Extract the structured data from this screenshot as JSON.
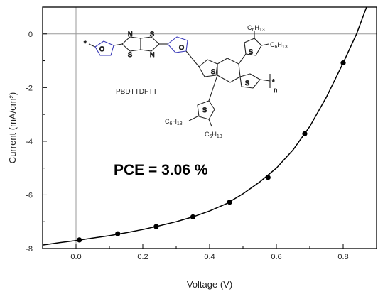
{
  "chart_data": {
    "type": "line",
    "xlabel": "Voltage (V)",
    "ylabel": "Current (mA/cm²)",
    "xlim": [
      -0.1,
      0.9
    ],
    "ylim": [
      -8,
      1
    ],
    "x_ticks": [
      "0.0",
      "0.2",
      "0.4",
      "0.6",
      "0.8"
    ],
    "y_ticks": [
      "0",
      "-2",
      "-4",
      "-6",
      "-8"
    ],
    "annotation": "PCE = 3.06 %",
    "series": [
      {
        "markers": true,
        "x": [
          0.01,
          0.125,
          0.24,
          0.35,
          0.46,
          0.575,
          0.685,
          0.8
        ],
        "y": [
          -7.68,
          -7.45,
          -7.18,
          -6.82,
          -6.27,
          -5.35,
          -3.72,
          -1.08
        ]
      }
    ],
    "curve": {
      "x": [
        -0.1,
        -0.05,
        0.0,
        0.05,
        0.1,
        0.15,
        0.2,
        0.25,
        0.3,
        0.35,
        0.4,
        0.45,
        0.5,
        0.55,
        0.6,
        0.65,
        0.7,
        0.75,
        0.8,
        0.84,
        0.87
      ],
      "y": [
        -7.87,
        -7.78,
        -7.7,
        -7.61,
        -7.52,
        -7.41,
        -7.29,
        -7.15,
        -7.0,
        -6.82,
        -6.6,
        -6.33,
        -5.96,
        -5.52,
        -5.0,
        -4.32,
        -3.45,
        -2.35,
        -1.08,
        0.0,
        1.0
      ]
    }
  },
  "structure": {
    "name": "PBDTTDFTT",
    "atoms": {
      "s": "S",
      "n": "N",
      "o": "O",
      "star": "*",
      "n_repeat": "n",
      "c6": "C",
      "c6_sub": "6",
      "h13": "H",
      "h13_sub": "13"
    }
  },
  "colors": {
    "axis": "#000000",
    "grid_zero": "#9a9a9a",
    "curve": "#000000",
    "furan": "#3a3ab8",
    "structure": "#222222"
  }
}
